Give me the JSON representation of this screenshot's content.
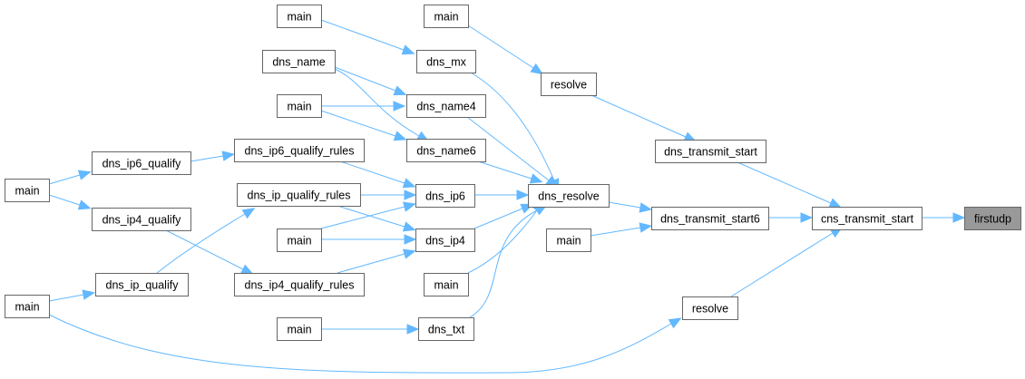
{
  "diagram": {
    "type": "call-graph",
    "root": "firstudp",
    "colors": {
      "edge": "#63b8ff",
      "node_border": "#666666",
      "root_fill": "#999999",
      "node_fill": "#ffffff"
    },
    "nodes": [
      {
        "id": "n_main_a",
        "label": "main"
      },
      {
        "id": "n_main_b",
        "label": "main"
      },
      {
        "id": "n_dns_name",
        "label": "dns_name"
      },
      {
        "id": "n_dns_mx",
        "label": "dns_mx"
      },
      {
        "id": "n_resolve_a",
        "label": "resolve"
      },
      {
        "id": "n_main_c",
        "label": "main"
      },
      {
        "id": "n_dns_name4",
        "label": "dns_name4"
      },
      {
        "id": "n_dns_transmit_start",
        "label": "dns_transmit_start"
      },
      {
        "id": "n_dns_name6",
        "label": "dns_name6"
      },
      {
        "id": "n_dns_ip6_qualify_rules",
        "label": "dns_ip6_qualify_rules"
      },
      {
        "id": "n_dns_ip6_qualify",
        "label": "dns_ip6_qualify"
      },
      {
        "id": "n_main_d",
        "label": "main"
      },
      {
        "id": "n_dns_ip_qualify_rules",
        "label": "dns_ip_qualify_rules"
      },
      {
        "id": "n_dns_ip6",
        "label": "dns_ip6"
      },
      {
        "id": "n_dns_resolve",
        "label": "dns_resolve"
      },
      {
        "id": "n_dns_ip4_qualify",
        "label": "dns_ip4_qualify"
      },
      {
        "id": "n_dns_transmit_start6",
        "label": "dns_transmit_start6"
      },
      {
        "id": "n_cns_transmit_start",
        "label": "cns_transmit_start"
      },
      {
        "id": "n_firstudp",
        "label": "firstudp"
      },
      {
        "id": "n_main_e",
        "label": "main"
      },
      {
        "id": "n_dns_ip4",
        "label": "dns_ip4"
      },
      {
        "id": "n_main_f",
        "label": "main"
      },
      {
        "id": "n_dns_ip_qualify",
        "label": "dns_ip_qualify"
      },
      {
        "id": "n_dns_ip4_qualify_rules",
        "label": "dns_ip4_qualify_rules"
      },
      {
        "id": "n_main_g",
        "label": "main"
      },
      {
        "id": "n_main_h",
        "label": "main"
      },
      {
        "id": "n_resolve_b",
        "label": "resolve"
      },
      {
        "id": "n_main_i",
        "label": "main"
      },
      {
        "id": "n_dns_txt",
        "label": "dns_txt"
      }
    ],
    "edges": [
      {
        "from": "n_main_a",
        "to": "n_dns_mx"
      },
      {
        "from": "n_main_b",
        "to": "n_resolve_a"
      },
      {
        "from": "n_resolve_a",
        "to": "n_dns_transmit_start"
      },
      {
        "from": "n_dns_name",
        "to": "n_dns_name4"
      },
      {
        "from": "n_dns_name",
        "to": "n_dns_name6"
      },
      {
        "from": "n_main_c",
        "to": "n_dns_name4"
      },
      {
        "from": "n_main_c",
        "to": "n_dns_name6"
      },
      {
        "from": "n_dns_mx",
        "to": "n_dns_resolve"
      },
      {
        "from": "n_dns_name4",
        "to": "n_dns_resolve"
      },
      {
        "from": "n_dns_name6",
        "to": "n_dns_resolve"
      },
      {
        "from": "n_dns_ip6_qualify",
        "to": "n_dns_ip6_qualify_rules"
      },
      {
        "from": "n_dns_ip6_qualify_rules",
        "to": "n_dns_ip6"
      },
      {
        "from": "n_main_d",
        "to": "n_dns_ip6_qualify"
      },
      {
        "from": "n_main_d",
        "to": "n_dns_ip4_qualify"
      },
      {
        "from": "n_dns_ip_qualify_rules",
        "to": "n_dns_ip6"
      },
      {
        "from": "n_dns_ip_qualify_rules",
        "to": "n_dns_ip4"
      },
      {
        "from": "n_main_e",
        "to": "n_dns_ip6"
      },
      {
        "from": "n_main_e",
        "to": "n_dns_ip4"
      },
      {
        "from": "n_dns_ip4_qualify",
        "to": "n_dns_ip4_qualify_rules"
      },
      {
        "from": "n_dns_ip_qualify",
        "to": "n_dns_ip_qualify_rules"
      },
      {
        "from": "n_dns_ip4_qualify_rules",
        "to": "n_dns_ip4"
      },
      {
        "from": "n_main_g",
        "to": "n_dns_ip_qualify"
      },
      {
        "from": "n_dns_ip6",
        "to": "n_dns_resolve"
      },
      {
        "from": "n_dns_ip4",
        "to": "n_dns_resolve"
      },
      {
        "from": "n_main_f",
        "to": "n_dns_resolve"
      },
      {
        "from": "n_dns_txt",
        "to": "n_dns_resolve"
      },
      {
        "from": "n_main_i",
        "to": "n_dns_txt"
      },
      {
        "from": "n_dns_resolve",
        "to": "n_dns_transmit_start6"
      },
      {
        "from": "n_main_h",
        "to": "n_dns_transmit_start6"
      },
      {
        "from": "n_dns_transmit_start",
        "to": "n_cns_transmit_start"
      },
      {
        "from": "n_dns_transmit_start6",
        "to": "n_cns_transmit_start"
      },
      {
        "from": "n_resolve_b",
        "to": "n_cns_transmit_start"
      },
      {
        "from": "n_main_g",
        "to": "n_resolve_b"
      },
      {
        "from": "n_cns_transmit_start",
        "to": "n_firstudp"
      }
    ]
  }
}
